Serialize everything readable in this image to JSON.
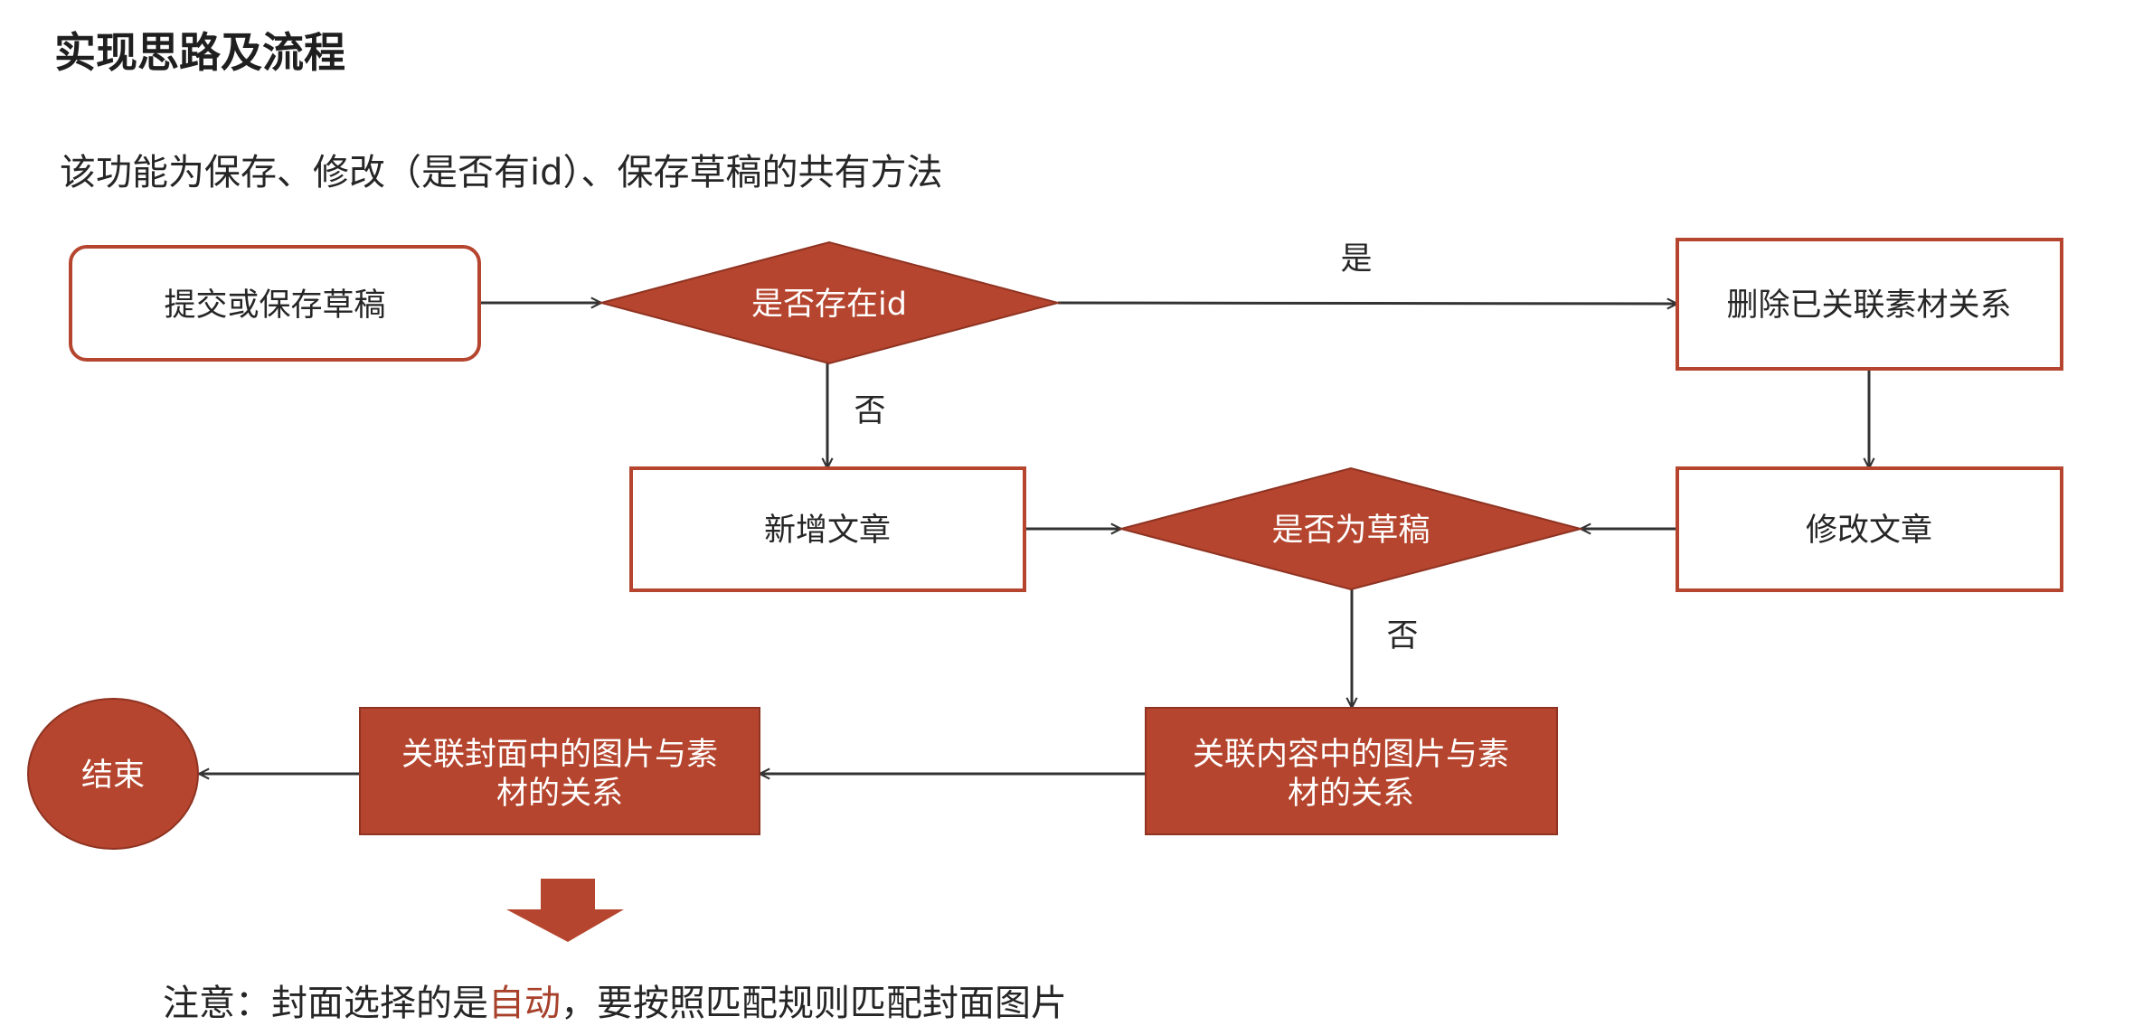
{
  "title": "实现思路及流程",
  "subtitle": "该功能为保存、修改（是否有id）、保存草稿的共有方法",
  "colors": {
    "accent_fill": "#b5452e",
    "accent_stroke": "#8f3322",
    "box_stroke": "#b5452e",
    "highlight_text": "#a8412b"
  },
  "flowchart": {
    "nodes": {
      "submit": "提交或保存草稿",
      "has_id": "是否存在id",
      "delete_relations": "删除已关联素材关系",
      "new_article": "新增文章",
      "is_draft": "是否为草稿",
      "modify_article": "修改文章",
      "content_relation_line1": "关联内容中的图片与素",
      "content_relation_line2": "材的关系",
      "cover_relation_line1": "关联封面中的图片与素",
      "cover_relation_line2": "材的关系",
      "end": "结束"
    },
    "edge_labels": {
      "yes": "是",
      "no_from_has_id": "否",
      "no_from_is_draft": "否"
    }
  },
  "note": {
    "prefix": "注意：封面选择的是",
    "highlight": "自动",
    "suffix": "，要按照匹配规则匹配封面图片"
  }
}
